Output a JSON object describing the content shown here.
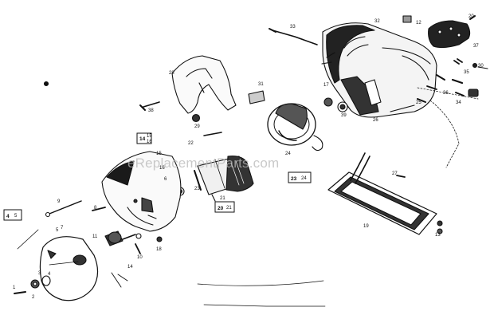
{
  "watermark": "eReplacementParts.com",
  "parts": {
    "p1": "1",
    "p2": "2",
    "p3": "3",
    "p4": "4",
    "p5": "5",
    "p6": "6",
    "p7": "7",
    "p8": "8",
    "p9": "9",
    "p10": "10",
    "p11": "11",
    "p12": "12",
    "p13": "13",
    "p14": "14",
    "p15": "15",
    "p16": "16",
    "p17": "17",
    "p18": "18",
    "p19": "19",
    "p20": "20",
    "p21": "21",
    "p22": "22",
    "p23": "23",
    "p24": "24",
    "p25": "25",
    "p26": "26",
    "p27": "27",
    "p28": "28",
    "p29": "29",
    "p30": "30",
    "p31": "31",
    "p32": "32",
    "p33": "33",
    "p34": "34",
    "p35": "35",
    "p36": "36",
    "p37": "37",
    "p38": "38",
    "p39": "39"
  },
  "boxed": {
    "b4": "4",
    "b5": "5",
    "b14": "14",
    "b15": "15",
    "b16": "16",
    "b20": "20",
    "b21": "21",
    "b23": "23",
    "b24": "24"
  }
}
